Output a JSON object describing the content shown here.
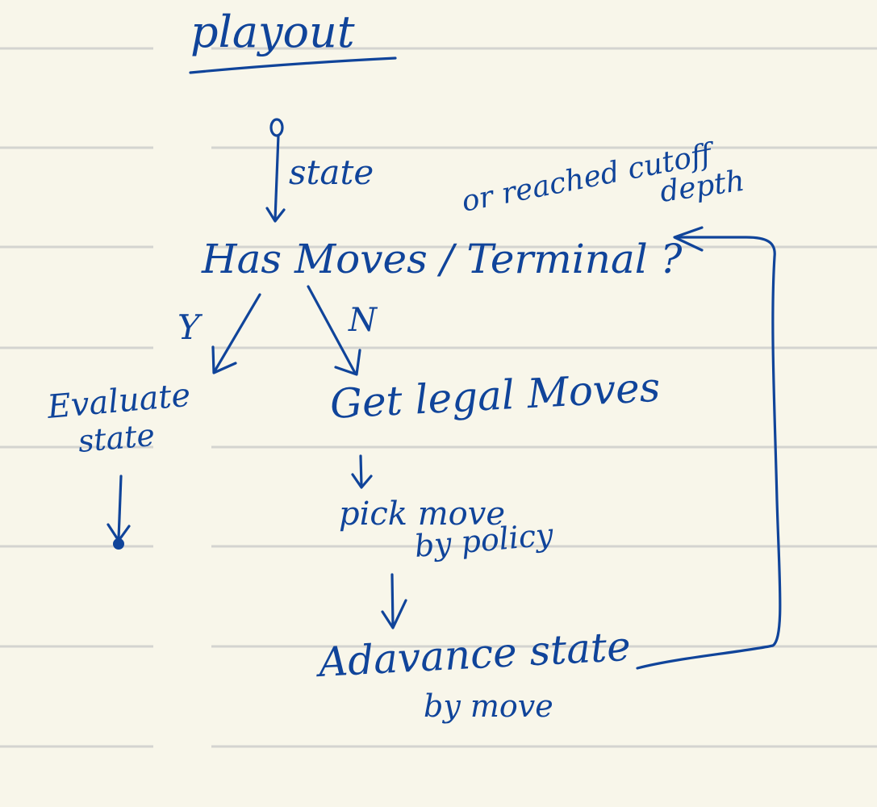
{
  "title": "playout",
  "nodes": {
    "start_label": "state",
    "decision": "Has Moves / Terminal ?",
    "decision_note_line1": "or reached cutoff",
    "decision_note_line2": "depth",
    "evaluate_line1": "Evaluate",
    "evaluate_line2": "state",
    "legal_moves": "Get legal Moves",
    "pick_line1": "pick move",
    "pick_line2": "by policy",
    "advance_line1": "Adavance state",
    "advance_line2": "by move"
  },
  "branches": {
    "yes": "Y",
    "no": "N"
  },
  "colors": {
    "paper": "#f8f6ea",
    "rule": "#d4d4d0",
    "ink": "#10449a"
  }
}
